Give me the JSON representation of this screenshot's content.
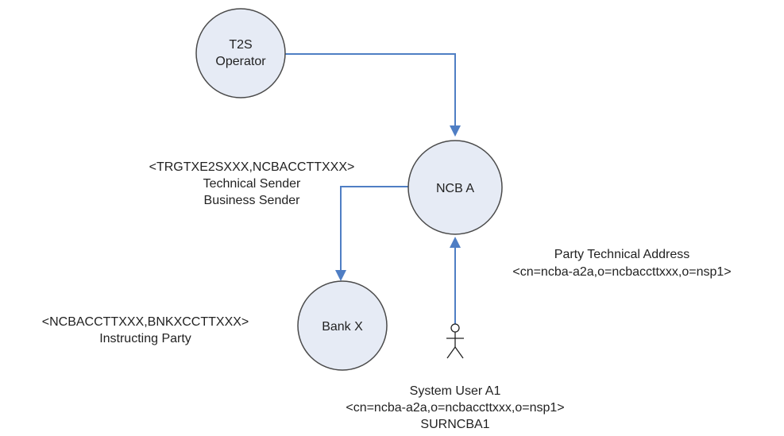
{
  "nodes": {
    "t2s_operator": {
      "line1": "T2S",
      "line2": "Operator"
    },
    "ncb_a": {
      "label": "NCB A"
    },
    "bank_x": {
      "label": "Bank X"
    }
  },
  "annotations": {
    "ncb_sender": {
      "line1": "<TRGTXE2SXXX,NCBACCTTXXX>",
      "line2": "Technical Sender",
      "line3": "Business Sender"
    },
    "bank_instructing": {
      "line1": "<NCBACCTTXXX,BNKXCCTTXXX>",
      "line2": "Instructing Party"
    },
    "party_technical_address": {
      "line1": "Party Technical Address",
      "line2": "<cn=ncba-a2a,o=ncbaccttxxx,o=nsp1>"
    },
    "system_user": {
      "line1": "System User A1",
      "line2": "<cn=ncba-a2a,o=ncbaccttxxx,o=nsp1>",
      "line3": "SURNCBA1"
    }
  },
  "colors": {
    "node_fill": "#e6ebf5",
    "connector": "#4f7ec4",
    "outline": "#4a4a4a",
    "text": "#222222"
  }
}
